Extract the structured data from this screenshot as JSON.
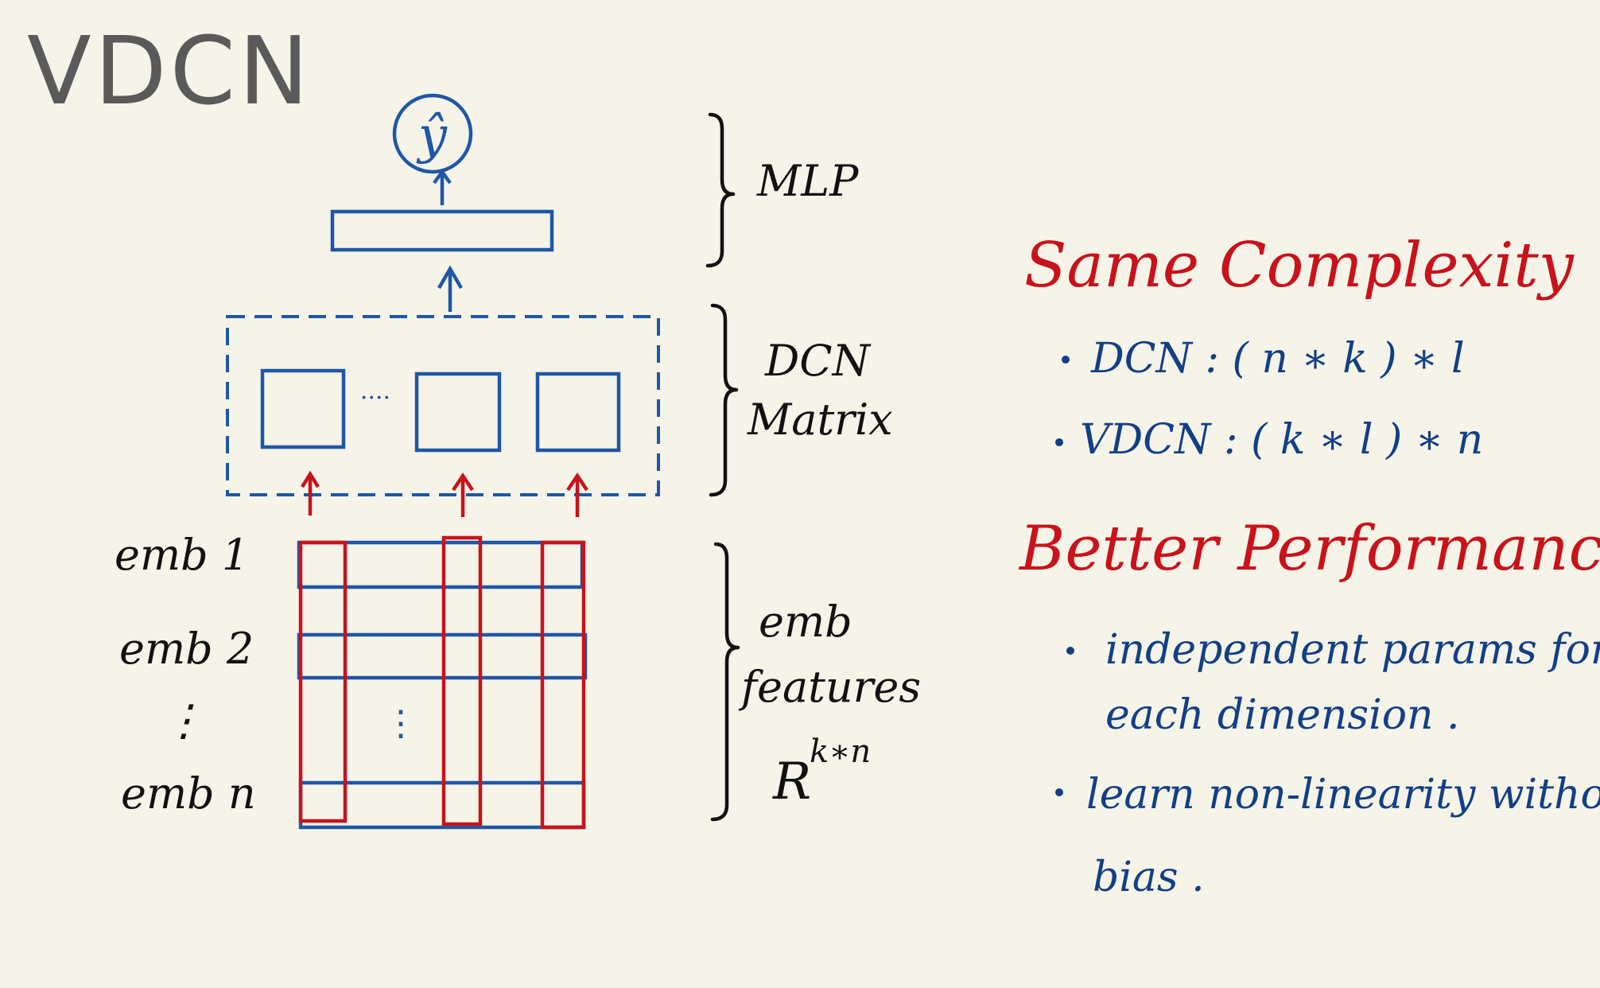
{
  "title": "VDCN",
  "diagram": {
    "output_symbol": "ŷ",
    "dcn_ellipsis": "····",
    "emb_ellipsis": "⋮",
    "row_labels": [
      "emb 1",
      "emb 2",
      "⋮",
      "emb n"
    ],
    "brace_labels": {
      "mlp": "MLP",
      "dcn_line1": "DCN",
      "dcn_line2": "Matrix",
      "emb_line1": "emb",
      "emb_line2": "features",
      "emb_matrix_base": "R",
      "emb_matrix_exp": "k∗n"
    }
  },
  "notes": {
    "heading1": "Same   Complexity",
    "bullets1": [
      "DCN :  ( n  ∗  k )  ∗  l",
      "VDCN : ( k  ∗  l )  ∗  n"
    ],
    "heading2": "Better   Performance",
    "bullets2": [
      {
        "line1": "independent  params  for",
        "line2": "each  dimension ."
      },
      {
        "line1": "learn  non-linearity  without",
        "line2": "bias ."
      }
    ]
  },
  "colors": {
    "background": "#f6f4e8",
    "blue_ink": "#1f57a6",
    "red_ink": "#c9121b",
    "black_ink": "#111111",
    "title_gray": "#5a5a5a"
  }
}
